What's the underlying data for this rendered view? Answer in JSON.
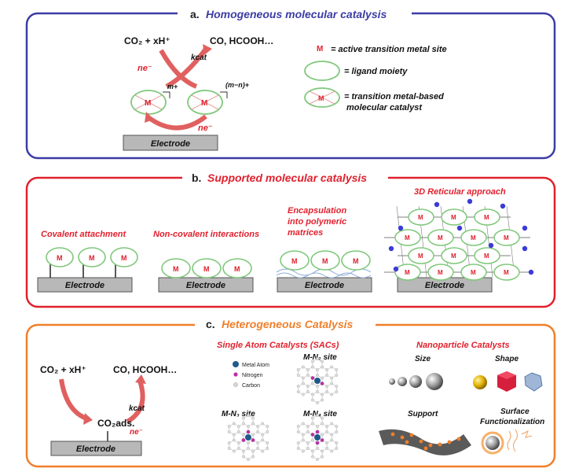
{
  "sections": {
    "a": {
      "letter": "a.",
      "title": "Homogeneous molecular catalysis",
      "color": "#3c3ca6",
      "reaction_left": "CO₂ + xH⁺",
      "reaction_right": "CO, HCOOH…",
      "kcat": "kcat",
      "ne": "ne⁻",
      "ne2": "ne⁻",
      "charge1": "m+",
      "charge2": "(m−n)+",
      "metal": "M",
      "electrode": "Electrode",
      "legend": {
        "active_site": "= active transition metal site",
        "ligand": "= ligand moiety",
        "catalyst_line1": "= transition metal-based",
        "catalyst_line2": "molecular catalyst"
      }
    },
    "b": {
      "letter": "b.",
      "title": "Supported molecular catalysis",
      "color": "#e0212e",
      "covalent": "Covalent attachment",
      "noncovalent": "Non-covalent interactions",
      "encap_line1": "Encapsulation",
      "encap_line2": "into polymeric",
      "encap_line3": "matrices",
      "reticular": "3D Reticular approach",
      "electrode": "Electrode"
    },
    "c": {
      "letter": "c.",
      "title": "Heterogeneous Catalysis",
      "color": "#f07f2a",
      "reaction_left": "CO₂ + xH⁺",
      "reaction_right": "CO, HCOOH…",
      "co2ads": "CO₂ads.",
      "kcat": "kcat",
      "ne": "ne⁻",
      "electrode": "Electrode",
      "sac_title": "Single Atom Catalysts (SACs)",
      "legend_metal": "Metal Atom",
      "legend_nitrogen": "Nitrogen",
      "legend_carbon": "Carbon",
      "m_n2": "M-N₂ site",
      "m_n3": "M-N₃ site",
      "m_n4": "M-N₄ site",
      "np_title": "Nanoparticle Catalysts",
      "size": "Size",
      "shape": "Shape",
      "support": "Support",
      "surface_line1": "Surface",
      "surface_line2": "Functionalization"
    }
  },
  "colors": {
    "red_label": "#e0212e",
    "ligand_green": "#7fc87a",
    "electrode_gray": "#b8b8b8",
    "metal_atom": "#1f5a8a",
    "nitrogen": "#c02aa8",
    "carbon": "#d8d8d8"
  }
}
